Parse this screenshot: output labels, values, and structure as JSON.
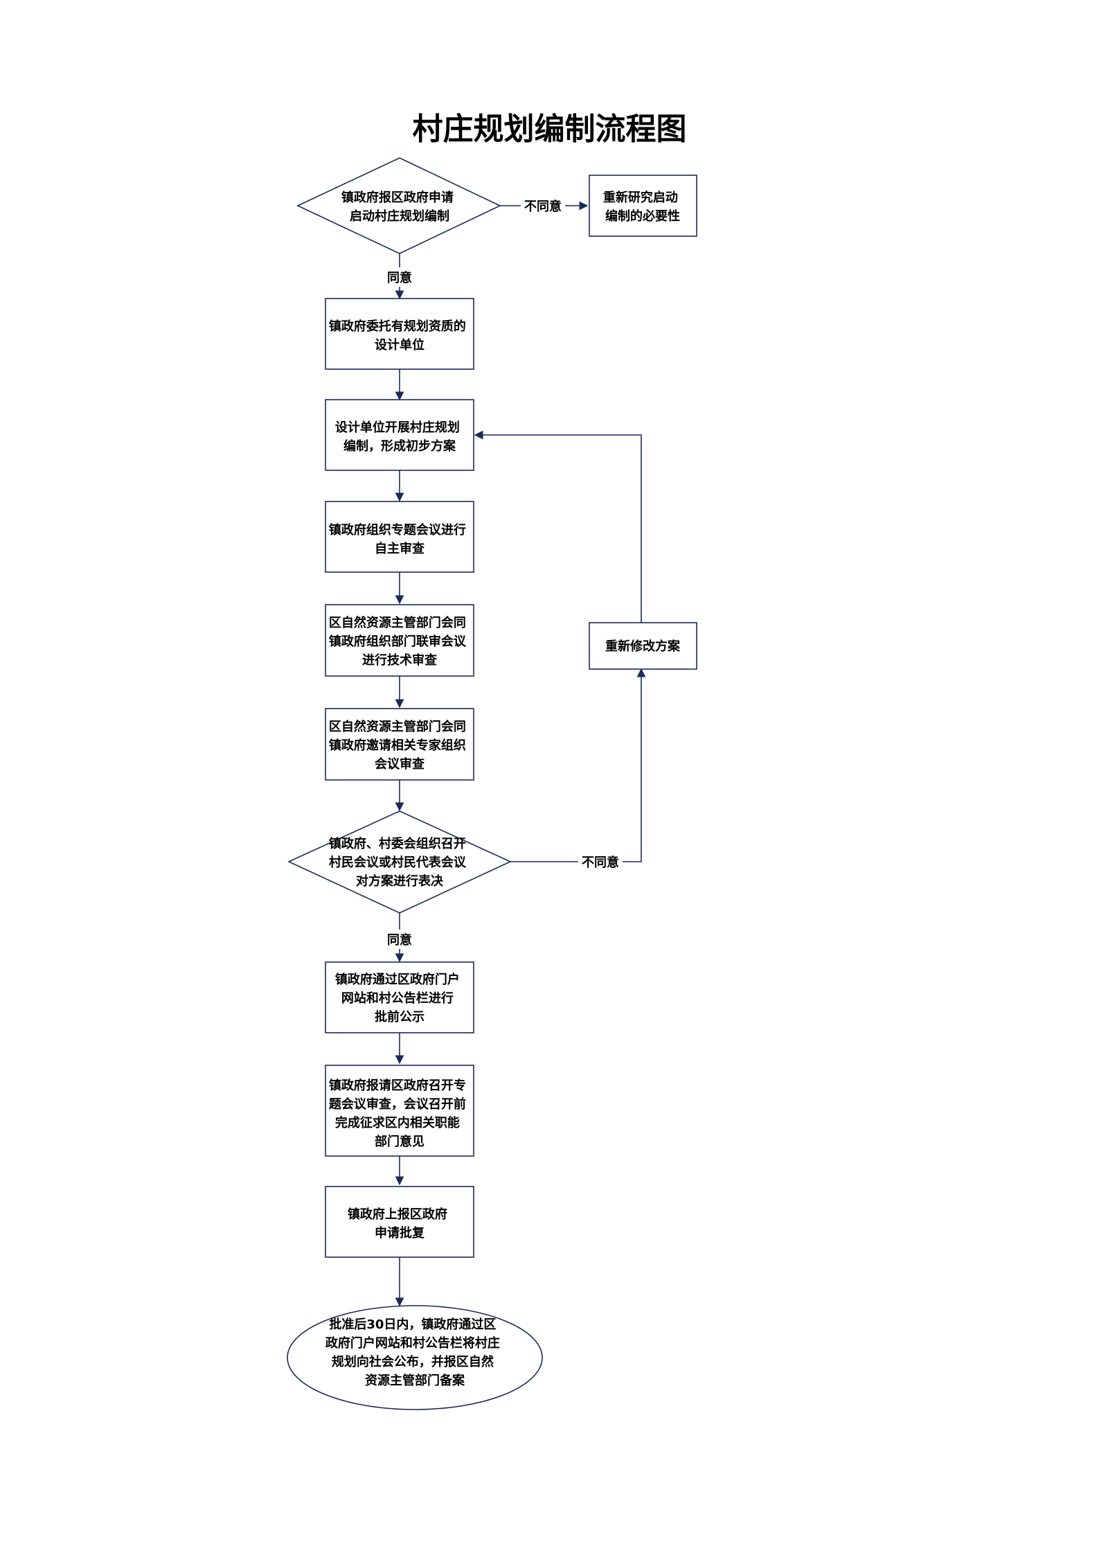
{
  "title": "村庄规划编制流程图",
  "nodes": {
    "d1": [
      "镇政府报区政府申请",
      "启动村庄规划编制"
    ],
    "r1": [
      "重新研究启动",
      "编制的必要性"
    ],
    "b1": [
      "镇政府委托有规划资质的",
      "设计单位"
    ],
    "b2": [
      "设计单位开展村庄规划",
      "编制，形成初步方案"
    ],
    "b3": [
      "镇政府组织专题会议进行",
      "自主审查"
    ],
    "b4": [
      "区自然资源主管部门会同",
      "镇政府组织部门联审会议",
      "进行技术审查"
    ],
    "b5": [
      "区自然资源主管部门会同",
      "镇政府邀请相关专家组织",
      "会议审查"
    ],
    "r2": [
      "重新修改方案"
    ],
    "d2": [
      "镇政府、村委会组织召开",
      "村民会议或村民代表会议",
      "对方案进行表决"
    ],
    "b6": [
      "镇政府通过区政府门户",
      "网站和村公告栏进行",
      "批前公示"
    ],
    "b7": [
      "镇政府报请区政府召开专",
      "题会议审查，会议召开前",
      "完成征求区内相关职能",
      "部门意见"
    ],
    "b8": [
      "镇政府上报区政府",
      "申请批复"
    ],
    "e1": [
      "批准后30日内，镇政府通过区",
      "政府门户网站和村公告栏将村庄",
      "规划向社会公布，并报区自然",
      "资源主管部门备案"
    ]
  },
  "labels": {
    "d1_disagree": "不同意",
    "d1_agree": "同意",
    "d2_disagree": "不同意",
    "d2_agree": "同意"
  },
  "colors": {
    "stroke": "#1b2a5a",
    "text": "#000000"
  }
}
